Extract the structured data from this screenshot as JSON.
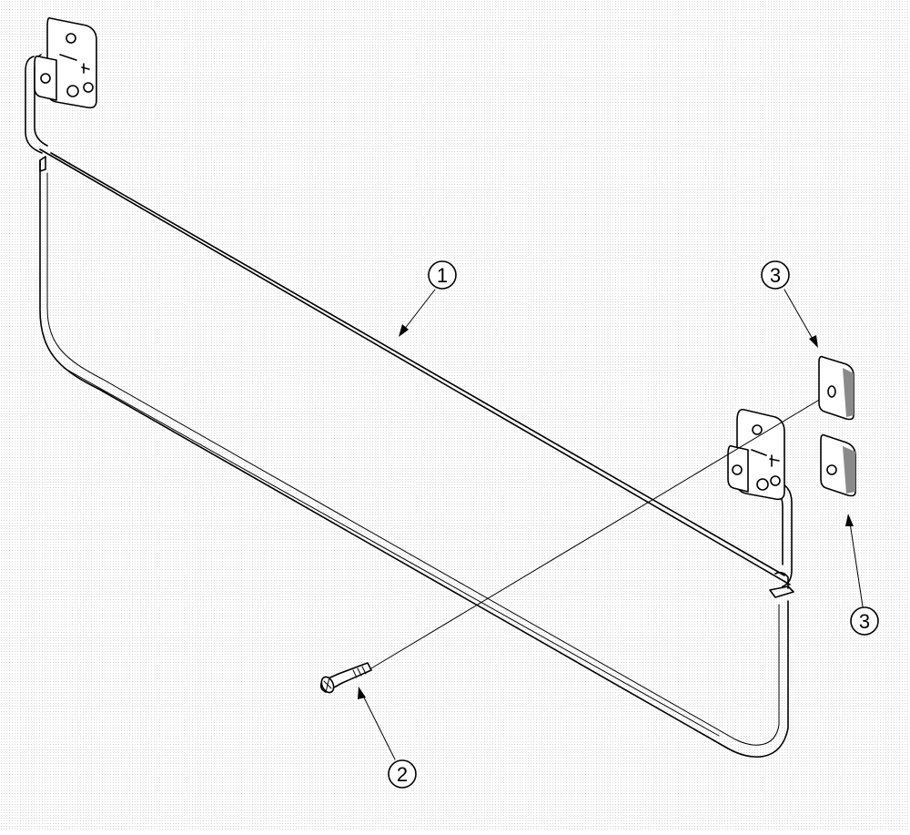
{
  "callouts": [
    {
      "id": "callout-1",
      "label": "1"
    },
    {
      "id": "callout-2",
      "label": "2"
    },
    {
      "id": "callout-3a",
      "label": "3"
    },
    {
      "id": "callout-3b",
      "label": "3"
    }
  ],
  "colors": {
    "line": "#000000",
    "background": "#ffffff"
  }
}
